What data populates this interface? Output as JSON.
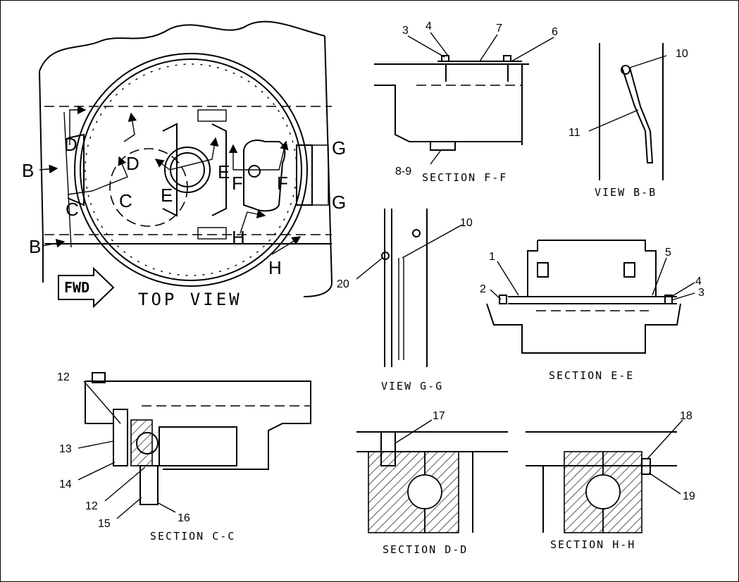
{
  "views": {
    "top_view": "TOP VIEW",
    "section_ff": "SECTION F-F",
    "view_bb": "VIEW B-B",
    "view_gg": "VIEW G-G",
    "section_ee": "SECTION E-E",
    "section_cc": "SECTION C-C",
    "section_dd": "SECTION D-D",
    "section_hh": "SECTION H-H"
  },
  "fwd_label": "FWD",
  "cut_letters": {
    "b": "B",
    "c": "C",
    "d": "D",
    "e": "E",
    "f": "F",
    "g": "G",
    "h": "H"
  },
  "callouts": {
    "n1": "1",
    "n2": "2",
    "n3": "3",
    "n4": "4",
    "n5": "5",
    "n6": "6",
    "n7": "7",
    "n8_9": "8-9",
    "n10": "10",
    "n11": "11",
    "n12": "12",
    "n13": "13",
    "n14": "14",
    "n15": "15",
    "n16": "16",
    "n17": "17",
    "n18": "18",
    "n19": "19",
    "n20": "20"
  }
}
